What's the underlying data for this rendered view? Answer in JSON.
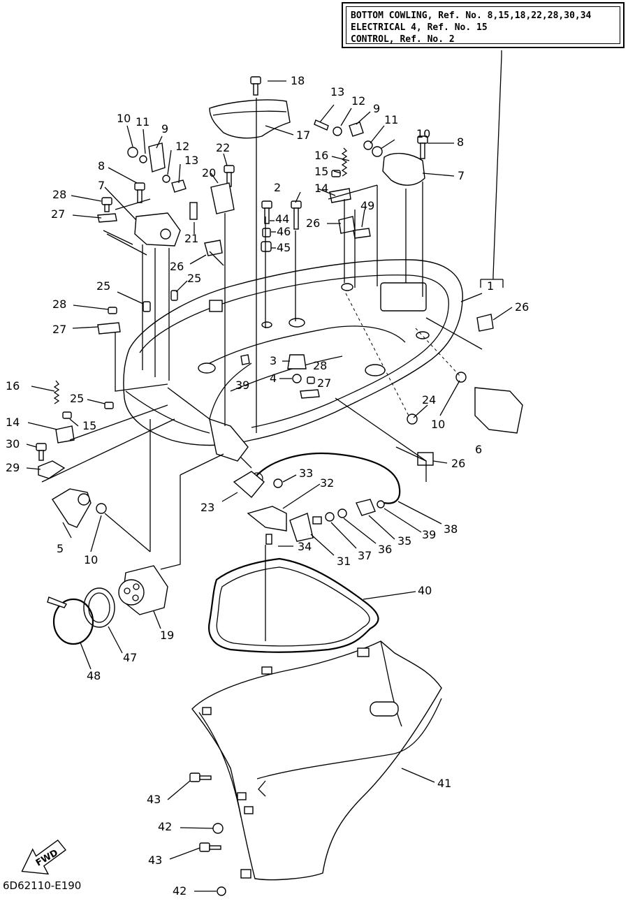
{
  "reference_box": {
    "line1": "BOTTOM COWLING, Ref. No. 8,15,18,22,28,30,34",
    "line2": "ELECTRICAL 4, Ref. No. 15",
    "line3": "CONTROL, Ref. No. 2"
  },
  "diagram_code": "6D62110-E190",
  "fwd_label": "FWD",
  "callouts": [
    "18",
    "13",
    "12",
    "9",
    "17",
    "10",
    "11",
    "9",
    "12",
    "13",
    "22",
    "20",
    "16",
    "11",
    "10",
    "8",
    "8",
    "15",
    "7",
    "28",
    "14",
    "2",
    "44",
    "27",
    "7",
    "49",
    "46",
    "26",
    "21",
    "45",
    "26",
    "25",
    "25",
    "1",
    "28",
    "26",
    "27",
    "3",
    "28",
    "16",
    "39",
    "4",
    "27",
    "25",
    "24",
    "15",
    "14",
    "10",
    "30",
    "6",
    "29",
    "26",
    "33",
    "32",
    "23",
    "5",
    "39",
    "38",
    "10",
    "35",
    "36",
    "37",
    "31",
    "34",
    "40",
    "19",
    "47",
    "48",
    "41",
    "43",
    "42",
    "43",
    "42"
  ]
}
